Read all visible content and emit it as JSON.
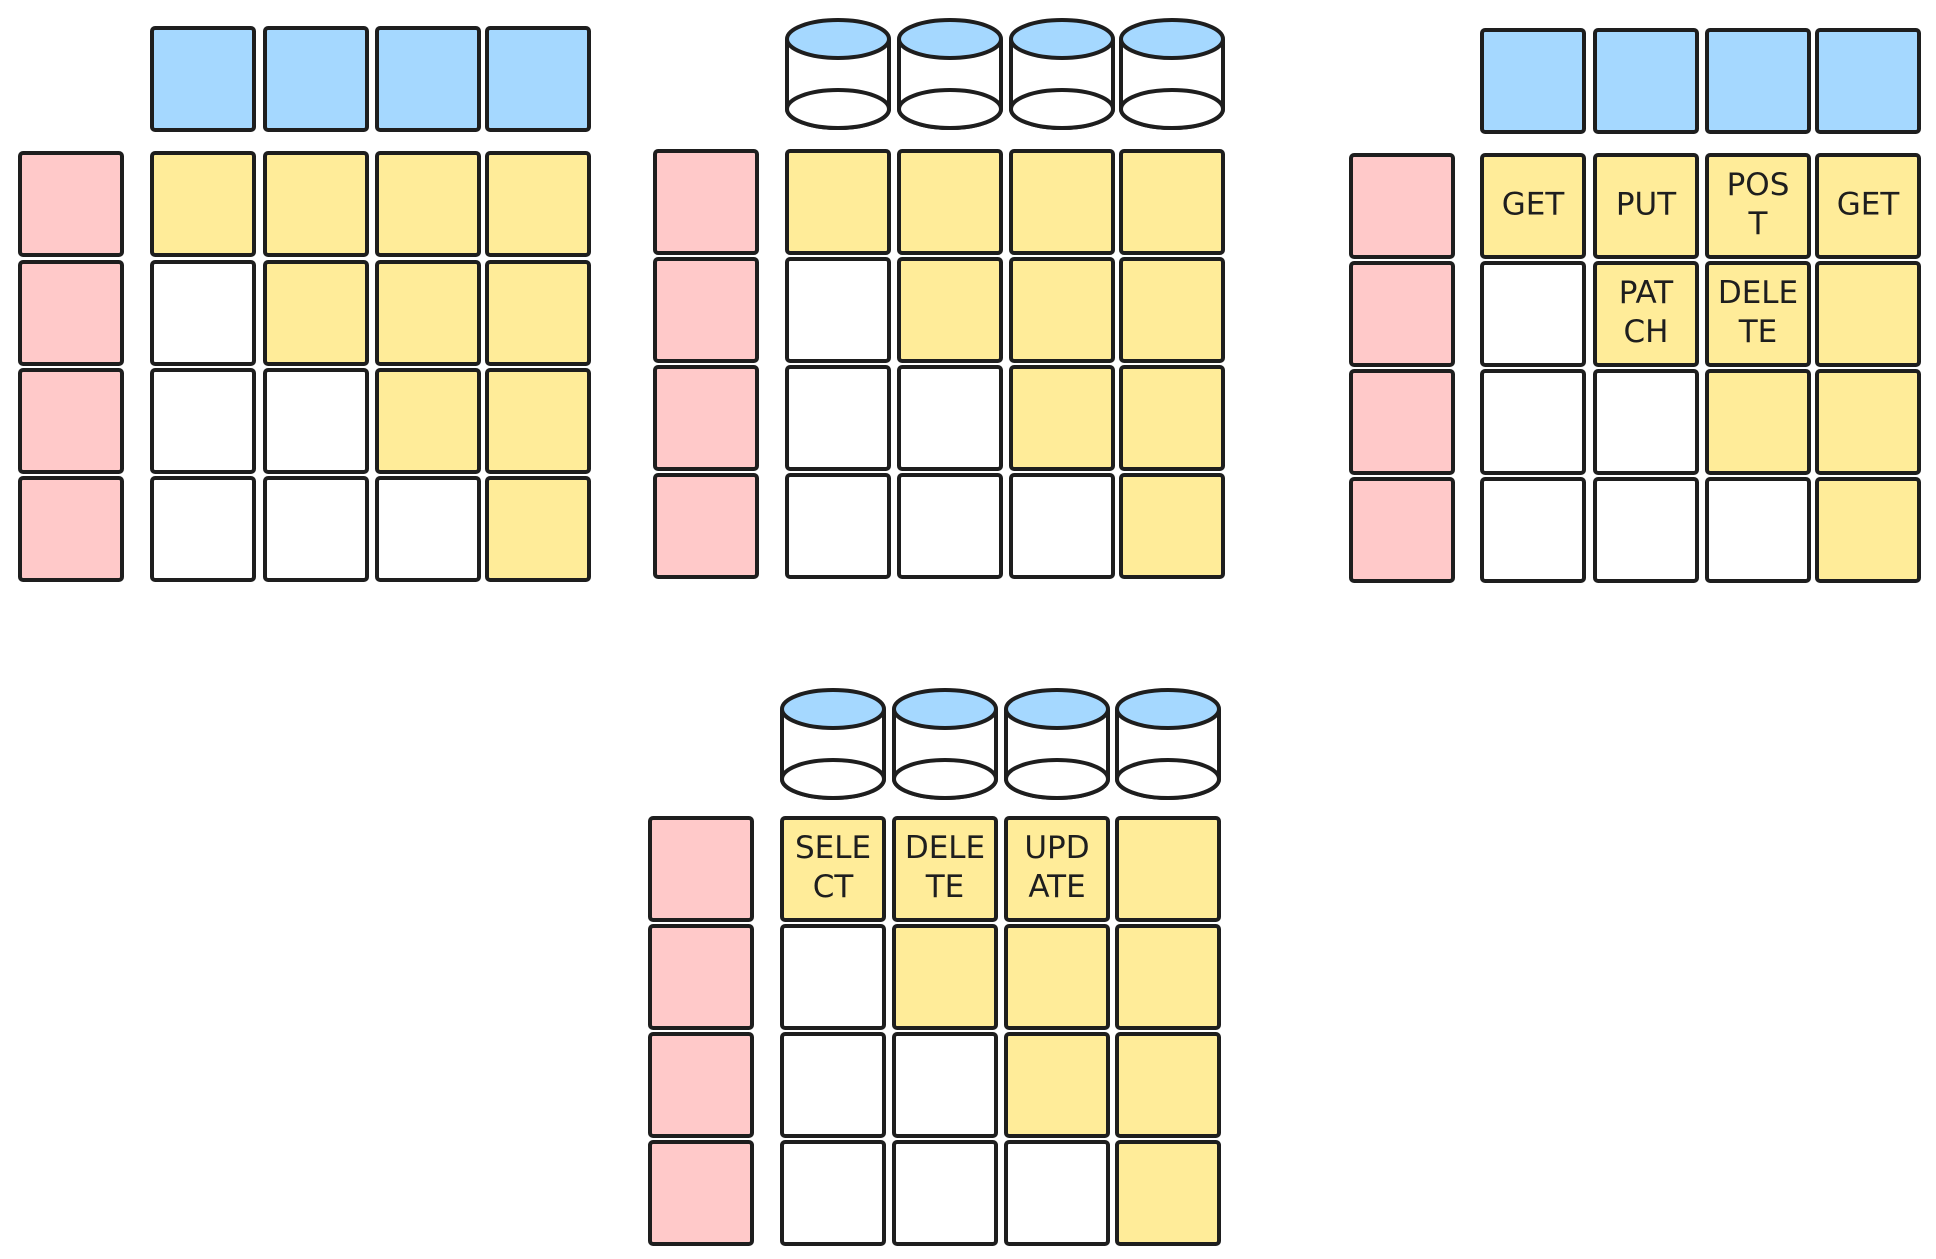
{
  "colors": {
    "stroke": "#1e1e1e",
    "row_header": "#ffc9c9",
    "column_header": "#a5d8ff",
    "filled": "#ffec99",
    "empty": "#ffffff"
  },
  "grids": [
    {
      "id": "grid-1",
      "header_shape": "square",
      "rows": [
        {
          "cells": [
            {
              "filled": true,
              "label": []
            },
            {
              "filled": true,
              "label": []
            },
            {
              "filled": true,
              "label": []
            },
            {
              "filled": true,
              "label": []
            }
          ]
        },
        {
          "cells": [
            {
              "filled": false,
              "label": []
            },
            {
              "filled": true,
              "label": []
            },
            {
              "filled": true,
              "label": []
            },
            {
              "filled": true,
              "label": []
            }
          ]
        },
        {
          "cells": [
            {
              "filled": false,
              "label": []
            },
            {
              "filled": false,
              "label": []
            },
            {
              "filled": true,
              "label": []
            },
            {
              "filled": true,
              "label": []
            }
          ]
        },
        {
          "cells": [
            {
              "filled": false,
              "label": []
            },
            {
              "filled": false,
              "label": []
            },
            {
              "filled": false,
              "label": []
            },
            {
              "filled": true,
              "label": []
            }
          ]
        }
      ]
    },
    {
      "id": "grid-2",
      "header_shape": "cylinder",
      "rows": [
        {
          "cells": [
            {
              "filled": true,
              "label": []
            },
            {
              "filled": true,
              "label": []
            },
            {
              "filled": true,
              "label": []
            },
            {
              "filled": true,
              "label": []
            }
          ]
        },
        {
          "cells": [
            {
              "filled": false,
              "label": []
            },
            {
              "filled": true,
              "label": []
            },
            {
              "filled": true,
              "label": []
            },
            {
              "filled": true,
              "label": []
            }
          ]
        },
        {
          "cells": [
            {
              "filled": false,
              "label": []
            },
            {
              "filled": false,
              "label": []
            },
            {
              "filled": true,
              "label": []
            },
            {
              "filled": true,
              "label": []
            }
          ]
        },
        {
          "cells": [
            {
              "filled": false,
              "label": []
            },
            {
              "filled": false,
              "label": []
            },
            {
              "filled": false,
              "label": []
            },
            {
              "filled": true,
              "label": []
            }
          ]
        }
      ]
    },
    {
      "id": "grid-3",
      "header_shape": "square",
      "rows": [
        {
          "cells": [
            {
              "filled": true,
              "label": [
                "GET"
              ]
            },
            {
              "filled": true,
              "label": [
                "PUT"
              ]
            },
            {
              "filled": true,
              "label": [
                "POS",
                "T"
              ]
            },
            {
              "filled": true,
              "label": [
                "GET"
              ]
            }
          ]
        },
        {
          "cells": [
            {
              "filled": false,
              "label": []
            },
            {
              "filled": true,
              "label": [
                "PAT",
                "CH"
              ]
            },
            {
              "filled": true,
              "label": [
                "DELE",
                "TE"
              ]
            },
            {
              "filled": true,
              "label": []
            }
          ]
        },
        {
          "cells": [
            {
              "filled": false,
              "label": []
            },
            {
              "filled": false,
              "label": []
            },
            {
              "filled": true,
              "label": []
            },
            {
              "filled": true,
              "label": []
            }
          ]
        },
        {
          "cells": [
            {
              "filled": false,
              "label": []
            },
            {
              "filled": false,
              "label": []
            },
            {
              "filled": false,
              "label": []
            },
            {
              "filled": true,
              "label": []
            }
          ]
        }
      ]
    },
    {
      "id": "grid-4",
      "header_shape": "cylinder",
      "rows": [
        {
          "cells": [
            {
              "filled": true,
              "label": [
                "SELE",
                "CT"
              ]
            },
            {
              "filled": true,
              "label": [
                "DELE",
                "TE"
              ]
            },
            {
              "filled": true,
              "label": [
                "UPD",
                "ATE"
              ]
            },
            {
              "filled": true,
              "label": []
            }
          ]
        },
        {
          "cells": [
            {
              "filled": false,
              "label": []
            },
            {
              "filled": true,
              "label": []
            },
            {
              "filled": true,
              "label": []
            },
            {
              "filled": true,
              "label": []
            }
          ]
        },
        {
          "cells": [
            {
              "filled": false,
              "label": []
            },
            {
              "filled": false,
              "label": []
            },
            {
              "filled": true,
              "label": []
            },
            {
              "filled": true,
              "label": []
            }
          ]
        },
        {
          "cells": [
            {
              "filled": false,
              "label": []
            },
            {
              "filled": false,
              "label": []
            },
            {
              "filled": false,
              "label": []
            },
            {
              "filled": true,
              "label": []
            }
          ]
        }
      ]
    }
  ]
}
